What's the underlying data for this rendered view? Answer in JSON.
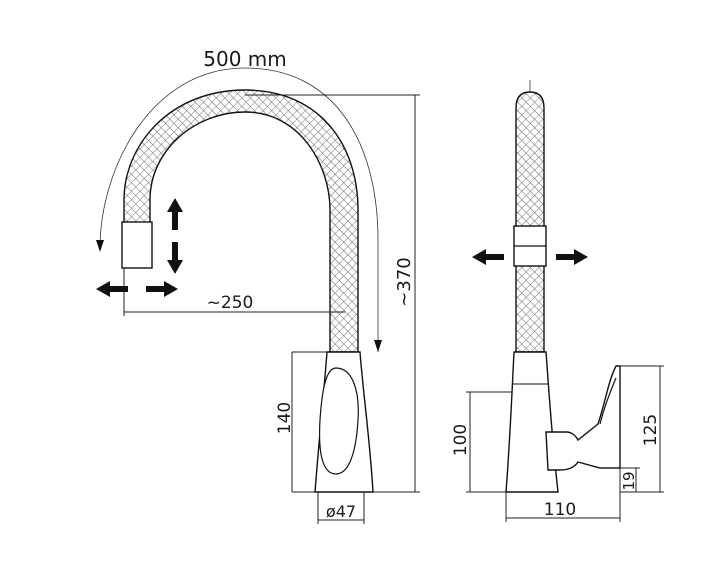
{
  "dimensions": {
    "arc_length": "500  mm",
    "reach": "~250",
    "height_total": "~370",
    "base_height": "140",
    "base_diameter": "ø47",
    "side_height_100": "100",
    "side_height_125": "125",
    "side_height_19": "19",
    "side_width": "110"
  },
  "colors": {
    "line": "#111111",
    "hose_mesh": "#555555",
    "background": "#ffffff"
  },
  "icons": [
    "arrow-up-icon",
    "arrow-down-icon",
    "arrow-left-icon",
    "arrow-right-icon"
  ]
}
